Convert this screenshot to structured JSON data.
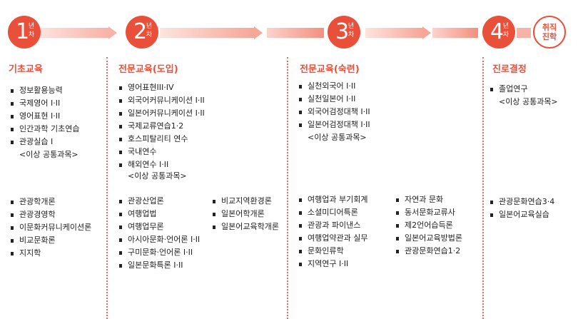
{
  "steps": {
    "year1": {
      "num": "1",
      "suffix_1": "년",
      "suffix_2": "차"
    },
    "year2": {
      "num": "2",
      "suffix_1": "년",
      "suffix_2": "차"
    },
    "year3": {
      "num": "3",
      "suffix_1": "년",
      "suffix_2": "차"
    },
    "year4": {
      "num": "4",
      "suffix_1": "년",
      "suffix_2": "차"
    },
    "outcome": {
      "line1": "취직",
      "line2": "진학"
    }
  },
  "col1": {
    "heading": "기초교육",
    "group1": [
      "정보활용능력",
      "국제영어 I·II",
      "영어표현 I·II",
      "인간과학 기초연습",
      "관광실습 I"
    ],
    "group1_note": "<이상 공통과목>",
    "group2": [
      "관광학개론",
      "관광경영학",
      "이문화커뮤니케이션론",
      "비교문화론",
      "지지학"
    ]
  },
  "col2": {
    "heading": "전문교육(도입)",
    "group1": [
      "영어표현III·IV",
      "외국어커뮤니케이션 I·II",
      "일본어커뮤니케이션 I·II",
      "국제교류연습1·2",
      "호스피탈리티 연수",
      "국내연수",
      "해외연수 I·II"
    ],
    "group1_note": "<이상 공통과목>",
    "group2_left": [
      "관광산업론",
      "여행업법",
      "여행업무론",
      "아시아문화·언어론 I·II",
      "구미문화·언어론 I·II",
      "일본문화특론 I·II"
    ],
    "group2_right": [
      "비교지역환경론",
      "일본어학개론",
      "일본어교육학개론"
    ]
  },
  "col3": {
    "heading": "전문교육(숙련)",
    "group1": [
      "실천외국어 I·II",
      "실천일본어 I·II",
      "외국어검정대책 I·II",
      "일본어검정대책 I·II"
    ],
    "group1_note": "<이상 공통과목>",
    "group2_left": [
      "여행업과 부기회계",
      "소셜미디어특론",
      "관광과 파이낸스",
      "여행업약관과 실무",
      "문화인류학",
      "지역연구 I·II"
    ],
    "group2_right": [
      "자연과 문화",
      "동서문화교류사",
      "제2언어습득론",
      "일본어교육방법론",
      "관광문화연습1·2"
    ]
  },
  "col4": {
    "heading": "진로결정",
    "group1": [
      "졸업연구"
    ],
    "group1_note": "<이상 공통과목>",
    "group2": [
      "관광문화연습3·4",
      "일본어교육실습"
    ]
  },
  "colors": {
    "accent": "#e8503a",
    "track_light": "#fbd3cc",
    "track_mid": "#f4a79a"
  }
}
